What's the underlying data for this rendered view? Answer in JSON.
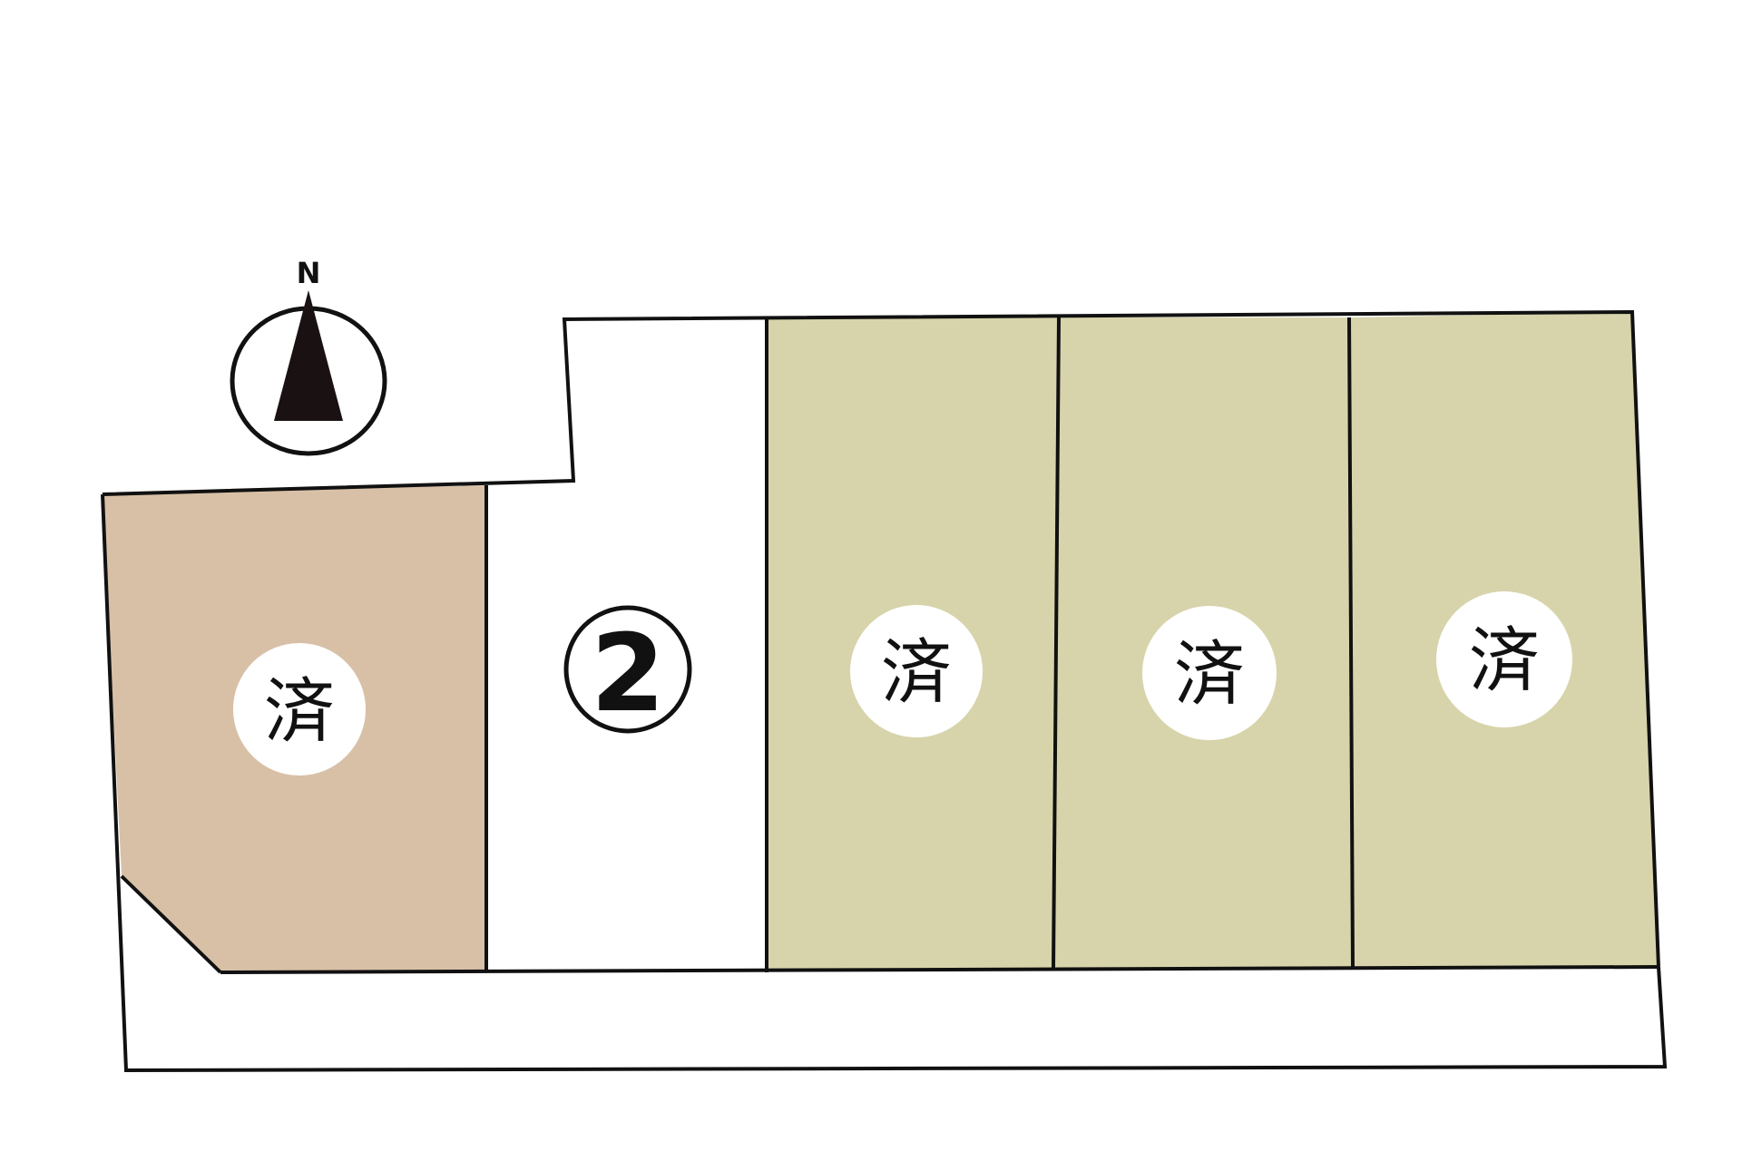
{
  "compass": {
    "label": "N",
    "icon": "north-arrow-icon"
  },
  "colors": {
    "lot_sold_corner": "#d8c0a7",
    "lot_sold": "#d7d4ab",
    "lot_available": "#ffffff",
    "road": "#ffffff",
    "line": "#111111"
  },
  "lots": [
    {
      "id": "lot-1",
      "label": "済",
      "status": "sold"
    },
    {
      "id": "lot-2",
      "label": "2",
      "status": "available"
    },
    {
      "id": "lot-3",
      "label": "済",
      "status": "sold"
    },
    {
      "id": "lot-4",
      "label": "済",
      "status": "sold"
    },
    {
      "id": "lot-5",
      "label": "済",
      "status": "sold"
    }
  ]
}
